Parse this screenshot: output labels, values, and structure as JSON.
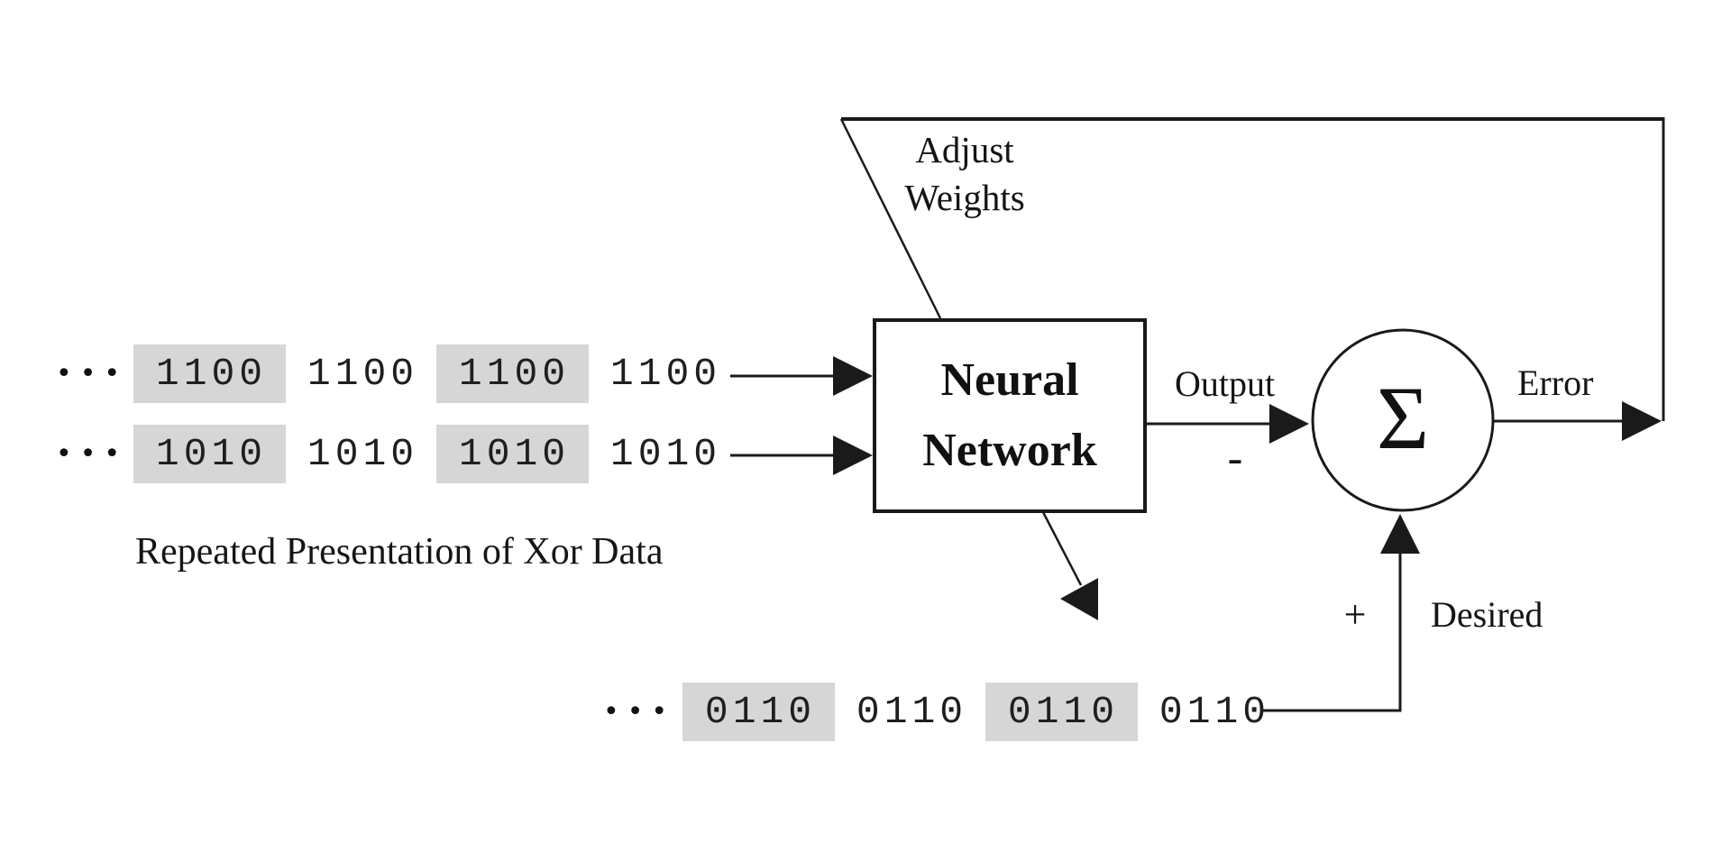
{
  "diagram": {
    "caption": "Repeated Presentation of Xor Data",
    "box": {
      "line1": "Neural",
      "line2": "Network"
    },
    "sum_symbol": "Σ",
    "labels": {
      "adjust1": "Adjust",
      "adjust2": "Weights",
      "output": "Output",
      "error": "Error",
      "desired": "Desired",
      "minus": "-",
      "plus": "+"
    },
    "rows": [
      {
        "ellipsis": "•••",
        "groups": [
          "1100",
          "1100",
          "1100",
          "1100"
        ]
      },
      {
        "ellipsis": "•••",
        "groups": [
          "1010",
          "1010",
          "1010",
          "1010"
        ]
      },
      {
        "ellipsis": "•••",
        "groups": [
          "0110",
          "0110",
          "0110",
          "0110"
        ]
      }
    ],
    "colors": {
      "ink": "#1a1a1a",
      "highlight": "#d6d6d6",
      "background": "#ffffff"
    }
  }
}
